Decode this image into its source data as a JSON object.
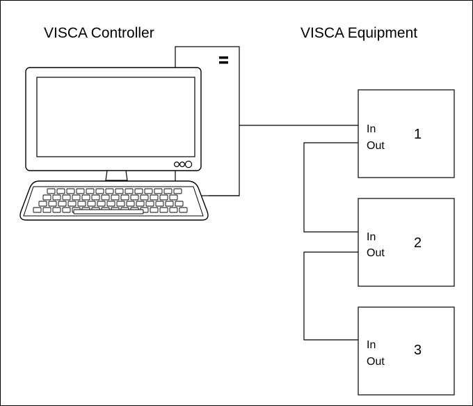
{
  "diagram": {
    "controller_title": "VISCA Controller",
    "equipment_title": "VISCA Equipment",
    "devices": [
      {
        "number": "1",
        "in_label": "In",
        "out_label": "Out"
      },
      {
        "number": "2",
        "in_label": "In",
        "out_label": "Out"
      },
      {
        "number": "3",
        "in_label": "In",
        "out_label": "Out"
      }
    ]
  }
}
